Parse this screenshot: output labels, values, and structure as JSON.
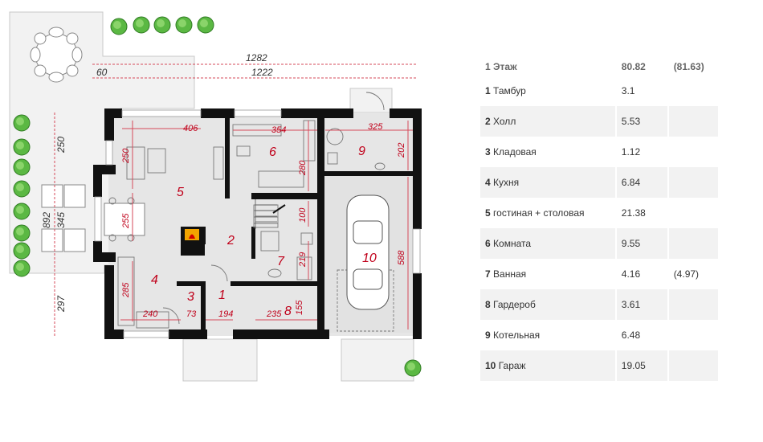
{
  "rooms_on_plan": {
    "r1": "1",
    "r2": "2",
    "r3": "3",
    "r4": "4",
    "r5": "5",
    "r6": "6",
    "r7": "7",
    "r8": "8",
    "r9": "9",
    "r10": "10"
  },
  "dimensions": {
    "d1282": "1282",
    "d1222": "1222",
    "d60": "60",
    "d250v": "250",
    "d345": "345",
    "d892": "892",
    "d297": "297",
    "d406": "406",
    "d354": "354",
    "d325": "325",
    "d250i": "250",
    "d280": "280",
    "d202": "202",
    "d255": "255",
    "d100": "100",
    "d219": "219",
    "d588": "588",
    "d285": "285",
    "d240": "240",
    "d73": "73",
    "d194": "194",
    "d235": "235",
    "d155": "155"
  },
  "table": {
    "header": {
      "label": "1 Этаж",
      "area": "80.82",
      "area_alt": "(81.63)"
    },
    "rows": [
      {
        "num": "1",
        "name": "Тамбур",
        "area": "3.1",
        "area_alt": ""
      },
      {
        "num": "2",
        "name": "Холл",
        "area": "5.53",
        "area_alt": ""
      },
      {
        "num": "3",
        "name": "Кладовая",
        "area": "1.12",
        "area_alt": ""
      },
      {
        "num": "4",
        "name": "Кухня",
        "area": "6.84",
        "area_alt": ""
      },
      {
        "num": "5",
        "name": "гостиная + столовая",
        "area": "21.38",
        "area_alt": ""
      },
      {
        "num": "6",
        "name": "Комната",
        "area": "9.55",
        "area_alt": ""
      },
      {
        "num": "7",
        "name": "Ванная",
        "area": "4.16",
        "area_alt": "(4.97)"
      },
      {
        "num": "8",
        "name": "Гардероб",
        "area": "3.61",
        "area_alt": ""
      },
      {
        "num": "9",
        "name": "Котельная",
        "area": "6.48",
        "area_alt": ""
      },
      {
        "num": "10",
        "name": "Гараж",
        "area": "19.05",
        "area_alt": ""
      }
    ]
  },
  "colors": {
    "wall": "#111111",
    "floor": "#e6e6e6",
    "terrace": "#f0f0f0",
    "label": "#c0001a",
    "fireplace": "#f2a400"
  },
  "icons": [
    "shrub-icon",
    "round-table-icon",
    "lounger-icon",
    "car-icon",
    "fireplace-icon"
  ]
}
